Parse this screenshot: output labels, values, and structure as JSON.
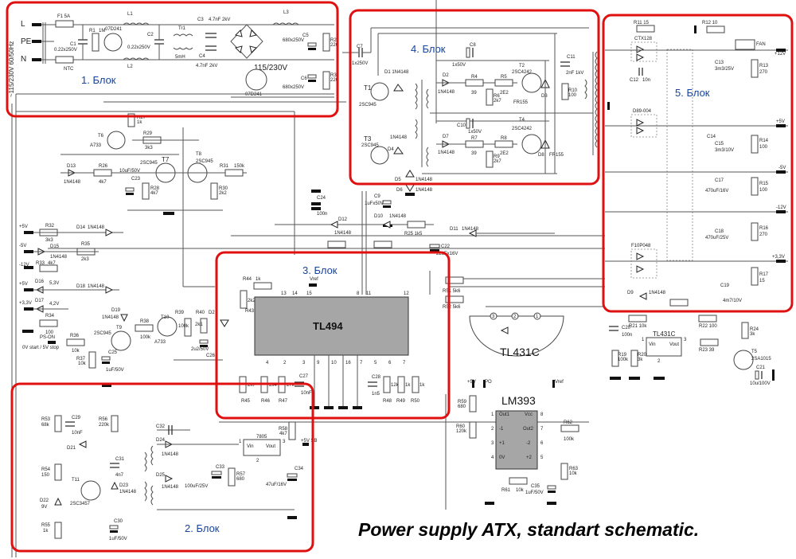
{
  "title": "Power supply ATX, standart schematic.",
  "blocks": [
    {
      "label": "1. Блок"
    },
    {
      "label": "2. Блок"
    },
    {
      "label": "3. Блок"
    },
    {
      "label": "4. Блок"
    },
    {
      "label": "5. Блок"
    }
  ],
  "block1": {
    "mains_label": "~115/230V 60/50Hz",
    "L": "L",
    "PE": "PE",
    "N": "N",
    "F1": "F1 5A",
    "C1": "C1",
    "C1v": "0.22x250V",
    "NTC": "NTC",
    "R1": "R1",
    "R1v": "1M",
    "varistor1": "07D241",
    "L1": "L1",
    "L2": "L2",
    "C2": "C2",
    "C2v": "0.22x250V",
    "Tr1": "Tr1",
    "Tr1v": "5mH",
    "C3": "C3",
    "C3v": "4.7nF 2kV",
    "C4": "C4",
    "C4v": "4.7nF 2kV",
    "L3": "L3",
    "C5": "C5",
    "C5v": "680x250V",
    "C6": "C6",
    "C6v": "680x250V",
    "R2": "R2",
    "R2v": "220",
    "R3": "R3",
    "R3v": "220",
    "switch": "115/230V",
    "varistor2": "07D241"
  },
  "block4": {
    "C7": "C7",
    "C7v": "1x250V",
    "D1": "D1 1N4148",
    "T1": "T1",
    "T1v": "2SC945",
    "T3": "T3",
    "T3v": "2SC945",
    "D4": "D4",
    "D4v": "1N4148",
    "D5": "D5",
    "D5v": "1N4148",
    "C8": "C8",
    "C8v": "1x50V",
    "D2": "D2",
    "D2v": "1N4148",
    "R4": "R4",
    "R4v": "39",
    "R5": "R5",
    "R5v": "2E2",
    "R6": "R6",
    "R6v": "2k7",
    "T2": "T2",
    "T2v": "2SC4242",
    "D3": "D3",
    "D3v": "FR155",
    "C10": "C10",
    "C10v": "1x50V",
    "D7": "D7",
    "D7v": "1N4148",
    "R7": "R7",
    "R7v": "39",
    "R8": "R8",
    "R8v": "2E2",
    "R9": "R9",
    "R9v": "2k7",
    "T4": "T4",
    "T4v": "2SC4242",
    "D8": "D8",
    "D8v": "FR155",
    "C11": "C11",
    "C11v": "2nF 1kV",
    "R10": "R10",
    "R10v": "100"
  },
  "block5": {
    "R11": "R11 15",
    "ctx": "CTX128",
    "C12": "C12",
    "C12v": "10n",
    "R12": "R12 10",
    "fan": "FAN",
    "C13": "C13",
    "C13v": "3m3/25V",
    "R13": "R13",
    "R13v": "270",
    "d89": "D89-004",
    "C14": "C14",
    "C15": "C15",
    "C15v": "3m3/10V",
    "R14": "R14",
    "R14v": "100",
    "C17": "C17",
    "C17v": "470uF/16V",
    "R15": "R15",
    "R15v": "100",
    "C18": "C18",
    "C18v": "470uF/25V",
    "R16": "R16",
    "R16v": "270",
    "f10": "F10P048",
    "C19": "C19",
    "C19v": "4m7/10V",
    "R17": "R17",
    "R17v": "15",
    "D9": "D9",
    "D9v": "1N4148",
    "out12": "+12V",
    "out5": "+5V",
    "outm5": "-5V",
    "outm12": "-12V",
    "out33": "+3,3V"
  },
  "protection": {
    "T6": "T6",
    "T6v": "A733",
    "R27": "R27",
    "R27v": "1k",
    "R29": "R29",
    "R29v": "3k3",
    "T7": "T7",
    "T7v": "2SC945",
    "T8": "T8",
    "T8v": "2SC945",
    "D13": "D13",
    "D13v": "1N4148",
    "R26": "R26",
    "R26v": "4k7",
    "C23": "C23",
    "C23v": "10uF/50V",
    "R28": "R28",
    "R28v": "4k7",
    "R30": "R30",
    "R30v": "2k2",
    "R31": "R31",
    "R31v": "150k",
    "p5": "+5V",
    "m5": "-5V",
    "m12": "-12V",
    "p5b": "+5V",
    "p33": "+3,3V",
    "R32": "R32",
    "R32v": "3k3",
    "D14": "D14",
    "D14v": "1N4148",
    "D15": "D15",
    "D15v": "1N4148",
    "R35": "R35",
    "R35v": "2k3",
    "R33": "R33",
    "R33v": "4k7",
    "D16": "D16",
    "D16v": "5,3V",
    "D18": "D18",
    "D18v": "1N4148",
    "D17": "D17",
    "D17v": "4,2V",
    "R34": "R34",
    "R34v": "100",
    "D19": "D19",
    "D19v": "1N4148",
    "pson": "PS-ON",
    "pson_note": "0V start / 5V stop",
    "R36": "R36",
    "R36v": "10k",
    "R37": "R37",
    "R37v": "10k",
    "T9": "T9",
    "T9v": "2SC945",
    "C25": "C25",
    "C25v": "1uF/50V",
    "R38": "R38",
    "R38v": "100k",
    "T10": "T10",
    "T10v": "A733",
    "R39": "R39",
    "R39v": "100k",
    "R40": "R40",
    "R40v": "2k1",
    "C26": "C26",
    "C26v": "2u2/50V",
    "D2x": "D2"
  },
  "mid": {
    "C24": "C24",
    "C24v": "100n",
    "D12": "D12",
    "D12v": "1N4148",
    "C9": "C9",
    "C9v": "1uFx50V",
    "D6": "D6",
    "D6v": "1N4148",
    "D10": "D10",
    "D10v": "1N4148",
    "R25": "R25 1k5",
    "D11": "D11",
    "D11v": "1N4148",
    "C22": "C22",
    "C22v": "22uFx16V"
  },
  "block3": {
    "chip": "TL494",
    "R44": "R44",
    "R44v": "1k",
    "R43": "R43",
    "R43v": "2k2",
    "vref": "Vref",
    "pins_top": [
      "13",
      "14",
      "15",
      "8",
      "11",
      "12"
    ],
    "pins_bottom": [
      "4",
      "2",
      "3",
      "9",
      "10",
      "16",
      "7",
      "5",
      "6",
      "7"
    ],
    "R45": "R45",
    "R45v": "2k7",
    "R46": "R46",
    "R46v": "2k4",
    "R47": "R47",
    "R47v": "27k",
    "C27": "C27",
    "C27v": "10nF",
    "C28": "C28",
    "C28v": "1n5",
    "R48": "R48",
    "R48v": "12k",
    "R49": "R49",
    "R49v": "1k",
    "R50": "R50",
    "R50v": "1k",
    "R51": "R51 5k6",
    "R52": "R52 5k6"
  },
  "tl431": {
    "title": "TL431C",
    "pins": [
      "3",
      "2",
      "1"
    ],
    "C20": "C20",
    "C20v": "100n",
    "R21": "R21 10k",
    "R22": "R22 100",
    "chip": "TL431C",
    "vin": "Vin",
    "vout": "Vout",
    "p1": "1",
    "p2": "2",
    "p3": "3",
    "R19": "R19",
    "R19v": "100k",
    "R20": "R20",
    "R20v": "3k",
    "R23": "R23 39",
    "R24": "R24",
    "R24v": "3k",
    "T5": "T5",
    "T5v": "2SA1015",
    "C21": "C21",
    "C21v": "10u/100V"
  },
  "lm393": {
    "title": "LM393",
    "p5": "+5V",
    "po": "PO",
    "vref": "Vref",
    "R59": "R59",
    "R59v": "680",
    "R60": "R60",
    "R60v": "120k",
    "pins_left": [
      [
        "1",
        "Out1"
      ],
      [
        "2",
        "-1"
      ],
      [
        "3",
        "+1"
      ],
      [
        "4",
        "0V"
      ]
    ],
    "pins_right": [
      [
        "8",
        "Vcc"
      ],
      [
        "7",
        "Out2"
      ],
      [
        "6",
        "-2"
      ],
      [
        "5",
        "+2"
      ]
    ],
    "R62": "R62",
    "R62v": "100k",
    "R63": "R63",
    "R63v": "10k",
    "R61": "R61",
    "R61v": "10k",
    "C35": "C35",
    "C35v": "1uF/50V"
  },
  "block2": {
    "R53": "R53",
    "R53v": "68k",
    "C29": "C29",
    "C29v": "10nF",
    "D21": "D21",
    "R56": "R56",
    "R56v": "220k",
    "C31": "C31",
    "C31v": "4n7",
    "R54": "R54",
    "R54v": "150",
    "T11": "T11",
    "T11v": "2SC3457",
    "D22": "D22",
    "D22v": "9V",
    "D23": "D23",
    "D23v": "1N4148",
    "R55": "R55",
    "R55v": "1k",
    "C30": "C30",
    "C30v": "1uF/50V",
    "C32": "C32",
    "D24": "D24",
    "D24v": "1N4148",
    "D25": "D25",
    "D25v": "1N4148",
    "C33": "C33",
    "C33v": "100uF/25V",
    "R57": "R57",
    "R57v": "680",
    "reg": "7805",
    "vin": "Vin",
    "vout": "Vout",
    "p1": "1",
    "p2": "2",
    "p3": "3",
    "R58": "R58",
    "R58v": "4k7",
    "C34": "C34",
    "C34v": "47uF/16V",
    "sb": "+5V SB"
  }
}
